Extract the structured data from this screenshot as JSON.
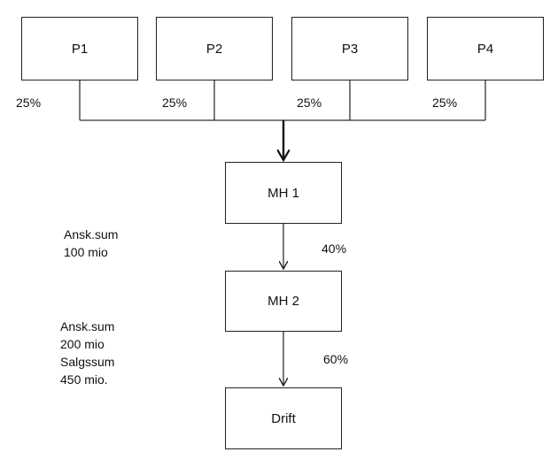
{
  "boxes": {
    "p1": "P1",
    "p2": "P2",
    "p3": "P3",
    "p4": "P4",
    "mh1": "MH 1",
    "mh2": "MH 2",
    "drift": "Drift"
  },
  "shares": {
    "p1": "25%",
    "p2": "25%",
    "p3": "25%",
    "p4": "25%",
    "mh1_to_mh2": "40%",
    "mh2_to_drift": "60%"
  },
  "notes": {
    "mh1": [
      "Ansk.sum",
      "100 mio"
    ],
    "mh2": [
      "Ansk.sum",
      "200 mio",
      "Salgssum",
      "450 mio."
    ]
  }
}
